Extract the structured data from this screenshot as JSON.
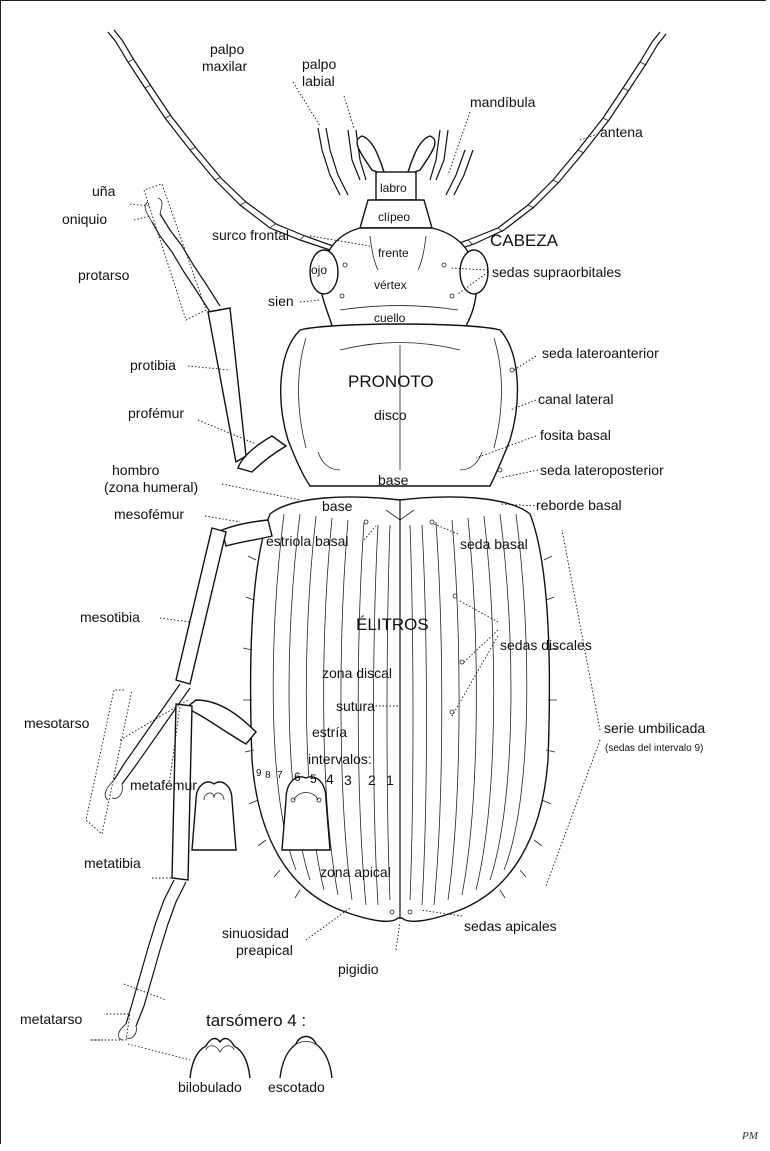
{
  "labels": {
    "palpo_maxilar_1": "palpo",
    "palpo_maxilar_2": "maxilar",
    "palpo_labial_1": "palpo",
    "palpo_labial_2": "labial",
    "mandibula": "mandíbula",
    "antena": "antena",
    "una": "uña",
    "oniquio": "oniquio",
    "labro": "labro",
    "clipeo": "clípeo",
    "surco_frontal": "surco frontal",
    "frente": "frente",
    "cabeza": "CABEZA",
    "protarso": "protarso",
    "ojo": "ojo",
    "vertex": "vértex",
    "sedas_supraorbitales": "sedas supraorbitales",
    "sien": "sien",
    "cuello": "cuello",
    "seda_lateroanterior": "seda lateroanterior",
    "protibia": "protibia",
    "pronoto": "PRONOTO",
    "canal_lateral": "canal lateral",
    "profemur": "profémur",
    "disco": "disco",
    "fosita_basal": "fosita basal",
    "hombro_1": "hombro",
    "hombro_2": "(zona humeral)",
    "base_pronoto": "base",
    "seda_lateroposterior": "seda lateroposterior",
    "base_elitro": "base",
    "reborde_basal": "reborde basal",
    "mesofemur": "mesofémur",
    "estriola_basal": "estriola basal",
    "seda_basal": "seda basal",
    "mesotibia": "mesotibia",
    "elitros": "ÉLITROS",
    "sedas_discales": "sedas discales",
    "zona_discal": "zona discal",
    "sutura": "sutura",
    "serie_umbilicada": "serie umbilicada",
    "serie_umbilicada_nota": "(sedas del intervalo 9)",
    "mesotarso": "mesotarso",
    "estria": "estría",
    "intervalos": "intervalos:",
    "metafemur": "metafémur",
    "interval_numbers": [
      "9",
      "8",
      "7",
      "6",
      "5",
      "4",
      "3",
      "2",
      "1"
    ],
    "metatibia": "metatibia",
    "zona_apical": "zona apical",
    "sinuosidad_1": "sinuosidad",
    "sinuosidad_2": "preapical",
    "sedas_apicales": "sedas apicales",
    "pigidio": "pigidio",
    "metatarso": "metatarso",
    "tarsomero_4": "tarsómero 4 :",
    "bilobulado": "bilobulado",
    "escotado": "escotado",
    "signature": "PM"
  }
}
